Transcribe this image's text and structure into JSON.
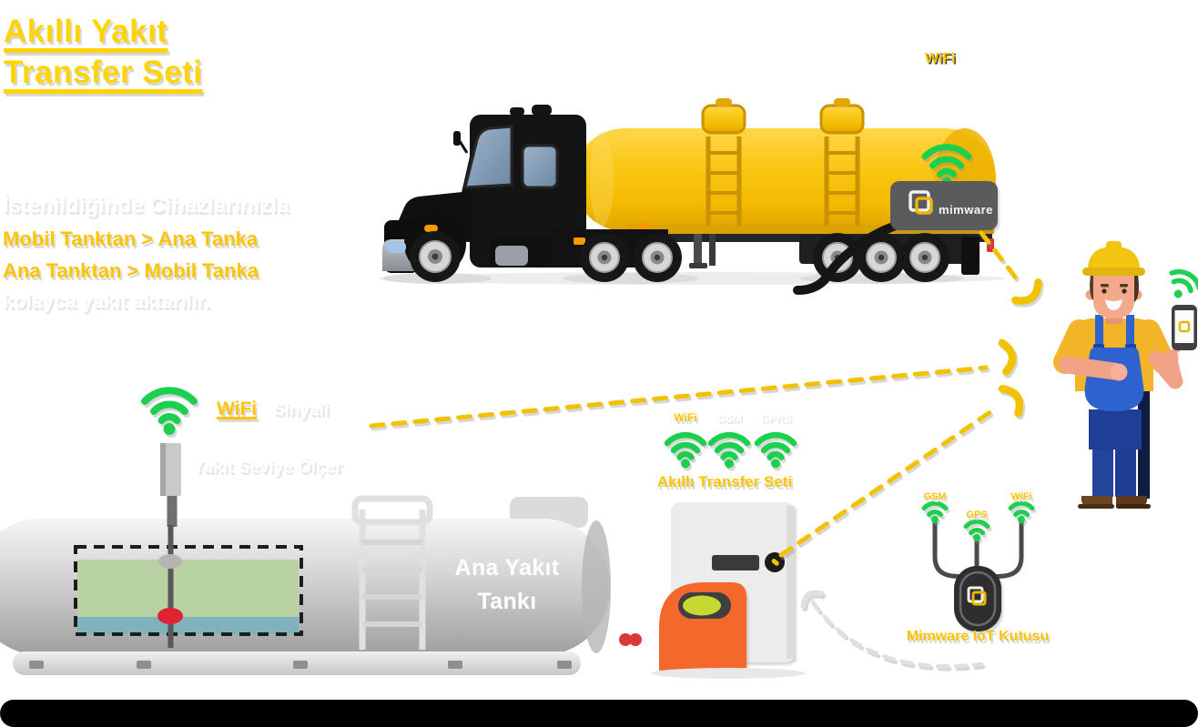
{
  "title": {
    "line1": "Akıllı Yakıt",
    "line2": "Transfer Seti"
  },
  "intro": {
    "line1": "İstenildiğinde Cihazlarınızla",
    "line2": "Mobil Tanktan > Ana  Tanka",
    "line3": "Ana Tanktan > Mobil Tanka",
    "line4": "kolayca yakıt aktarılır."
  },
  "truck": {
    "wifi_label": "WiFi",
    "box_brand": "mimware"
  },
  "main_tank": {
    "wifi_label": "WiFi",
    "wifi_sublabel": "Sinyali",
    "sensor_label": "Yakıt Seviye Ölçer",
    "name_line1": "Ana Yakıt",
    "name_line2": "Tankı"
  },
  "transfer_unit": {
    "title": "Akıllı Transfer Seti",
    "signals": [
      "WiFi",
      "GSM",
      "GPRS"
    ]
  },
  "iot_box": {
    "signals": [
      "GSM",
      "GPS",
      "WiFi"
    ],
    "caption": "Mimware IoT Kutusu"
  },
  "colors": {
    "accent_yellow": "#ffc400",
    "tanker_yellow": "#f6bd00",
    "wifi_green": "#1dcf4e",
    "overalls_blue": "#2e63cf",
    "pump_orange": "#f46f2e",
    "alarm_red": "#e02330"
  }
}
